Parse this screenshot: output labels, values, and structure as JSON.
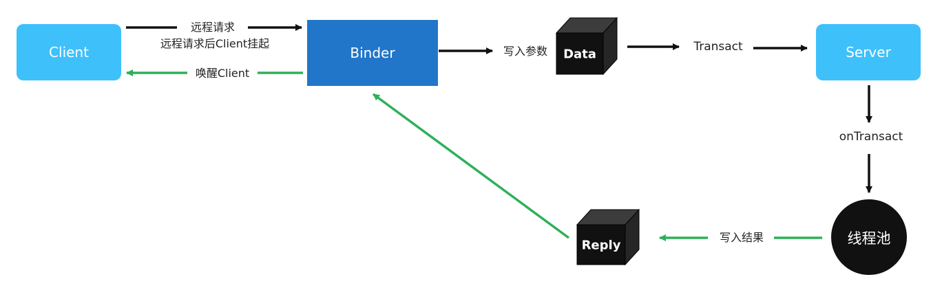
{
  "nodes": {
    "client": "Client",
    "binder": "Binder",
    "server": "Server",
    "data": "Data",
    "reply": "Reply",
    "thread_pool": "线程池"
  },
  "edge_labels": {
    "remote_request": "远程请求",
    "remote_request_suspend": "远程请求后Client挂起",
    "wake_client": "唤醒Client",
    "write_params": "写入参数",
    "transact": "Transact",
    "on_transact": "onTransact",
    "write_result": "写入结果"
  },
  "colors": {
    "client_server_fill": "#3ec0fb",
    "binder_fill": "#2176c9",
    "request_arrow": "#111111",
    "reply_arrow": "#2eb05a",
    "cube_fill": "#1a1a1a"
  }
}
